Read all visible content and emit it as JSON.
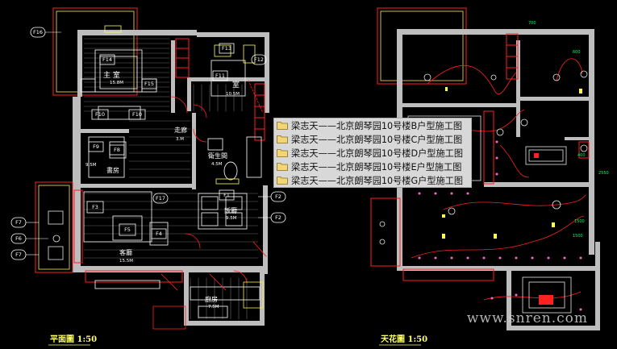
{
  "left_plan": {
    "title": "平面圖 1:50",
    "rooms": [
      {
        "name": "主 室",
        "area": "15.8M"
      },
      {
        "name": "室",
        "area": "10.5M"
      },
      {
        "name": "走廊",
        "area": "3.M"
      },
      {
        "name": "書房",
        "area": "9.5M"
      },
      {
        "name": "衛生間",
        "area": "4.5M"
      },
      {
        "name": "飯廳",
        "area": "9.5M"
      },
      {
        "name": "客廳",
        "area": "15.5M"
      },
      {
        "name": "廚房",
        "area": "7.5M"
      }
    ],
    "tags": [
      "F16",
      "F14",
      "F15",
      "F10",
      "F10",
      "F13",
      "F12",
      "F11",
      "F9",
      "F8",
      "F3",
      "F5",
      "F4",
      "F17",
      "F1",
      "F2",
      "F2",
      "F7",
      "F6",
      "F7"
    ]
  },
  "right_plan": {
    "title": "天花圖 1:50"
  },
  "file_list": [
    {
      "label": "梁志天——北京朗琴园10号楼B户型施工图"
    },
    {
      "label": "梁志天——北京朗琴园10号楼C户型施工图"
    },
    {
      "label": "梁志天——北京朗琴园10号楼D户型施工图"
    },
    {
      "label": "梁志天——北京朗琴园10号楼E户型施工图"
    },
    {
      "label": "梁志天——北京朗琴园10号楼G户型施工图"
    }
  ],
  "watermark": "www.snren.com",
  "colors": {
    "background": "#000000",
    "wall": "#cfcfcf",
    "line": "#ff2020",
    "accent": "#ffff55",
    "dim": "#00ff66"
  },
  "icons": {
    "folder": "folder-icon"
  }
}
